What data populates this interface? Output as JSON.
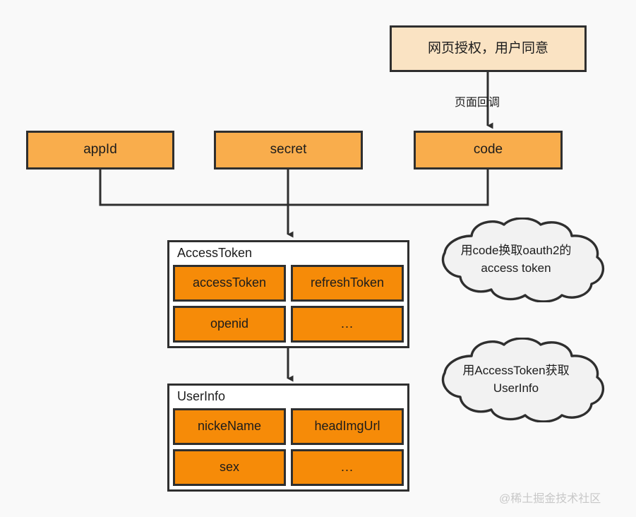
{
  "diagram": {
    "title": "WeChat OAuth2 authorization flow",
    "background_color": "#f9f9f9",
    "colors": {
      "auth_box_fill": "#fae3c3",
      "credential_fill": "#f9ad4c",
      "entity_cell_fill": "#f68b08",
      "entity_body_fill": "#ffffff",
      "cloud_fill": "#f2f2f2",
      "stroke": "#2f2f2f",
      "text": "#1c1c1c",
      "watermark": "#c8c8c8"
    }
  },
  "nodes": {
    "auth": {
      "label": "网页授权，用户同意"
    },
    "credentials": [
      {
        "id": "appid",
        "label": "appId"
      },
      {
        "id": "secret",
        "label": "secret"
      },
      {
        "id": "code",
        "label": "code"
      }
    ]
  },
  "edges": [
    {
      "from": "auth",
      "to": "code",
      "label": "页面回调"
    },
    {
      "from": "appId/secret/code",
      "to": "AccessToken",
      "label": ""
    },
    {
      "from": "AccessToken",
      "to": "UserInfo",
      "label": ""
    }
  ],
  "entities": [
    {
      "id": "accesstoken",
      "title": "AccessToken",
      "rows": [
        [
          "accessToken",
          "refreshToken"
        ],
        [
          "openid",
          "..."
        ]
      ]
    },
    {
      "id": "userinfo",
      "title": "UserInfo",
      "rows": [
        [
          "nickeName",
          "headImgUrl"
        ],
        [
          "sex",
          "..."
        ]
      ]
    }
  ],
  "callouts": [
    {
      "id": "cloud-token",
      "line1": "用code换取oauth2的",
      "line2": "access token"
    },
    {
      "id": "cloud-user",
      "line1": "用AccessToken获取",
      "line2": "UserInfo"
    }
  ],
  "watermark": {
    "text": "@稀土掘金技术社区"
  }
}
